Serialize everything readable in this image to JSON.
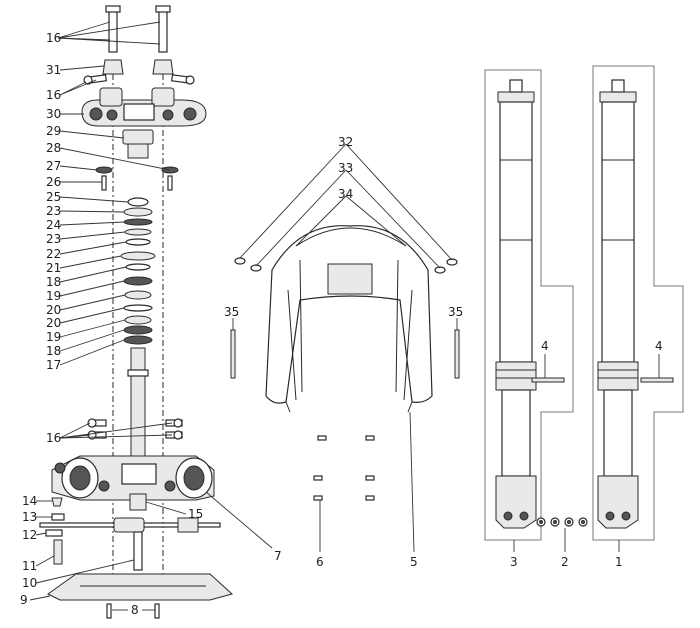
{
  "callouts": {
    "c1": "1",
    "c2": "2",
    "c3": "3",
    "c4a": "4",
    "c4b": "4",
    "c5": "5",
    "c6": "6",
    "c7": "7",
    "c8": "8",
    "c9": "9",
    "c10": "10",
    "c11": "11",
    "c12": "12",
    "c13": "13",
    "c14": "14",
    "c15": "15",
    "c16a": "16",
    "c16b": "16",
    "c16c": "16",
    "c17": "17",
    "c18a": "18",
    "c18b": "18",
    "c19a": "19",
    "c19b": "19",
    "c20a": "20",
    "c20b": "20",
    "c21": "21",
    "c22": "22",
    "c23a": "23",
    "c23b": "23",
    "c24": "24",
    "c25": "25",
    "c26": "26",
    "c27": "27",
    "c28": "28",
    "c29": "29",
    "c30": "30",
    "c31": "31",
    "c32": "32",
    "c33": "33",
    "c34": "34",
    "c35a": "35",
    "c35b": "35"
  }
}
